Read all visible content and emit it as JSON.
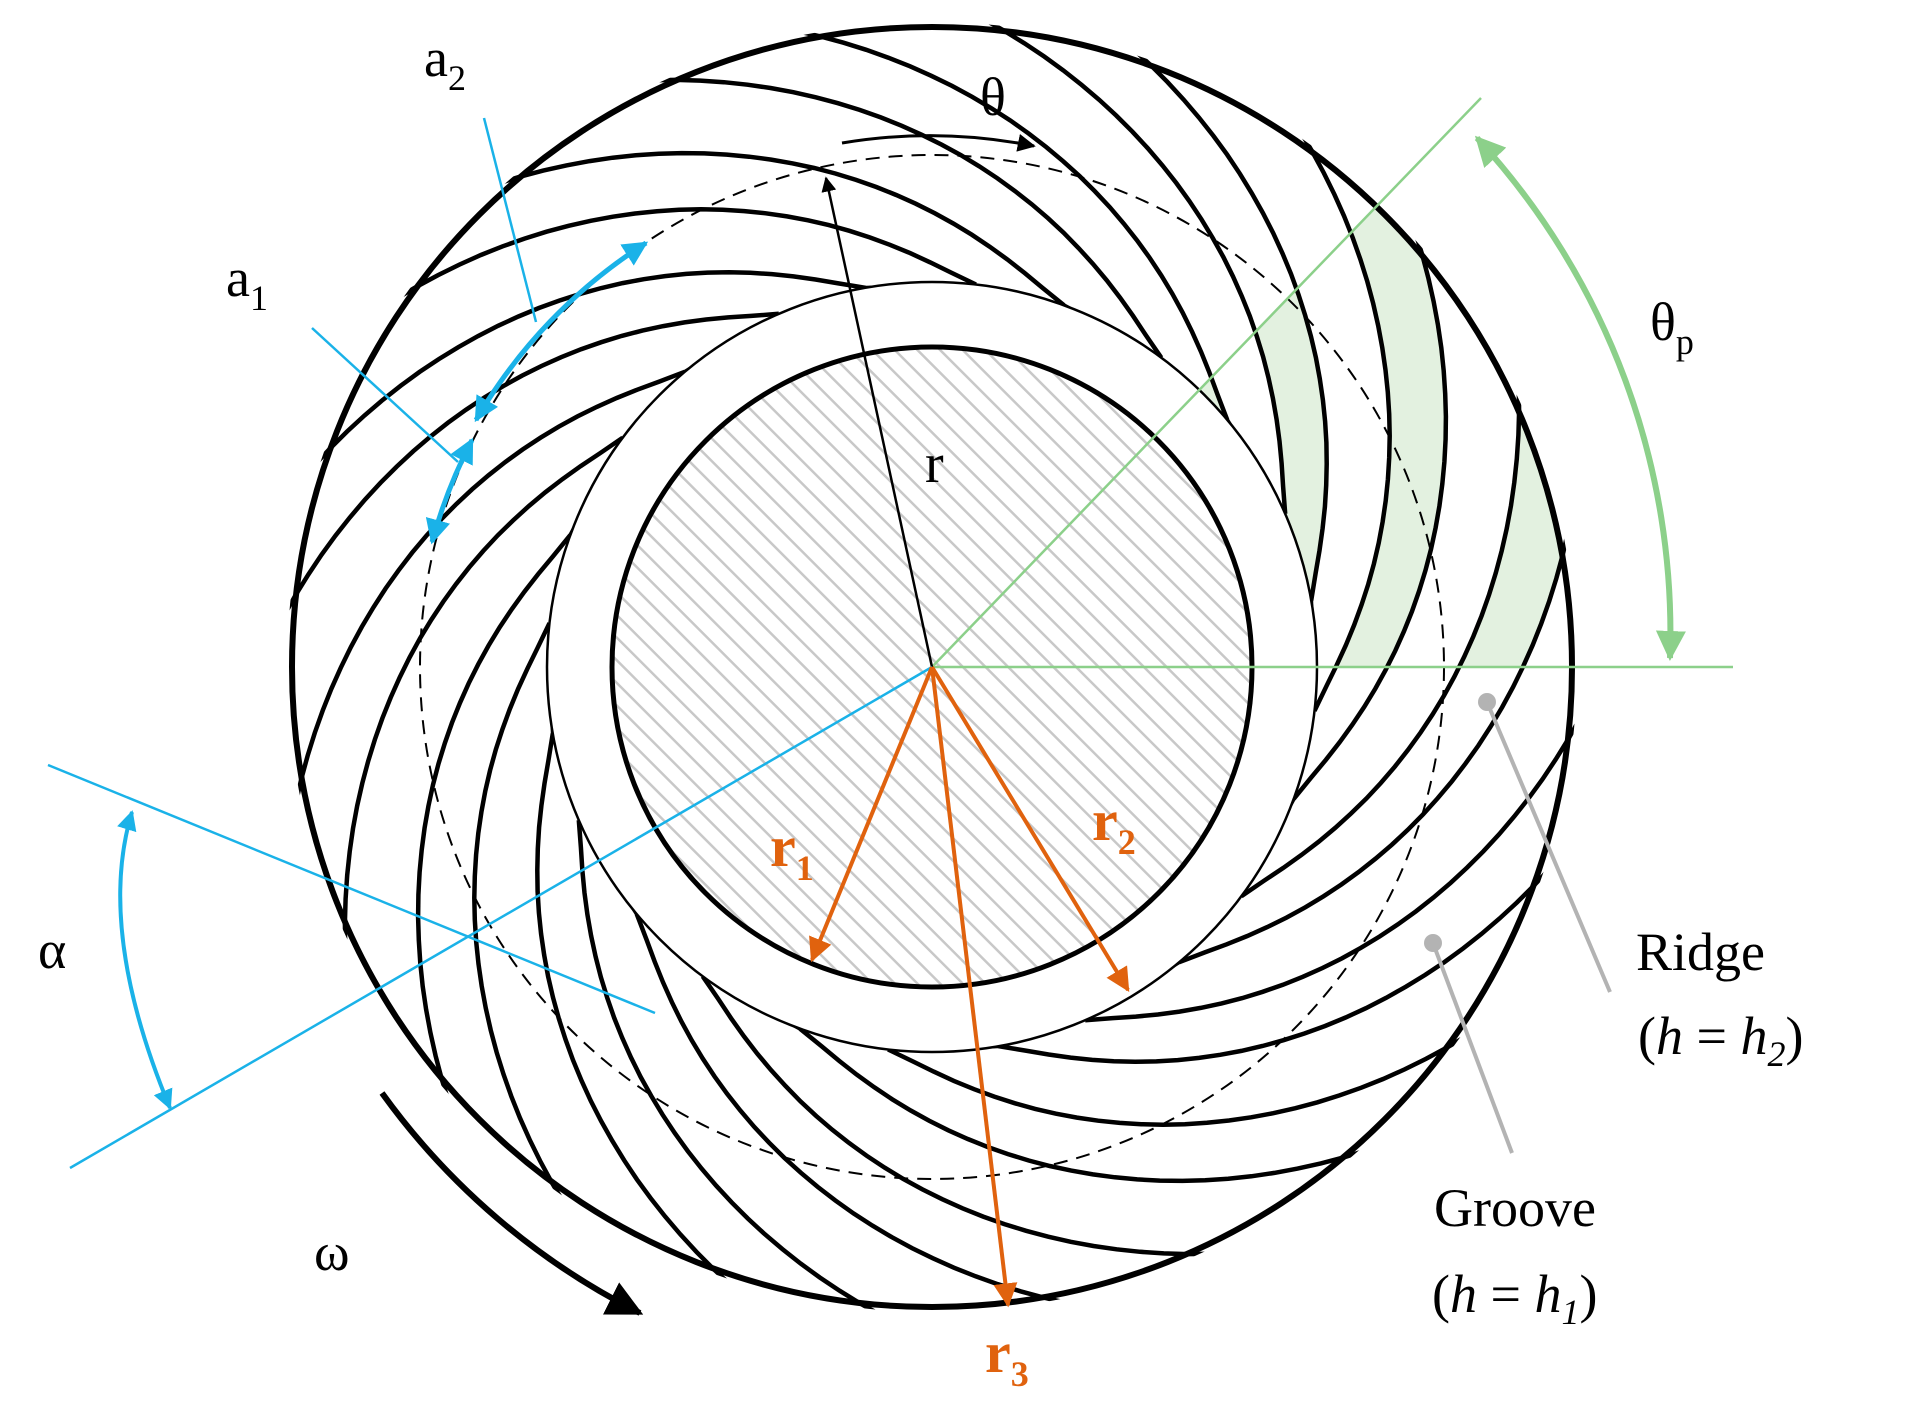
{
  "labels": {
    "a2": "a",
    "a2_sub": "2",
    "a1": "a",
    "a1_sub": "1",
    "theta": "θ",
    "theta_p": "θ",
    "theta_p_sub": "p",
    "r": "r",
    "alpha": "α",
    "omega": "ω",
    "r1": "r",
    "r1_sub": "1",
    "r2": "r",
    "r2_sub": "2",
    "r3": "r",
    "r3_sub": "3",
    "ridge": "Ridge",
    "ridge_eq_open": "(",
    "ridge_eq_h": "h",
    "ridge_eq_mid": " = ",
    "ridge_eq_h2": "h",
    "ridge_eq_sub": "2",
    "ridge_eq_close": ")",
    "groove": "Groove",
    "groove_eq_open": "(",
    "groove_eq_h": "h",
    "groove_eq_mid": " = ",
    "groove_eq_h1": "h",
    "groove_eq_sub": "1",
    "groove_eq_close": ")"
  },
  "colors": {
    "outline": "#000000",
    "cyan": "#1ab2e8",
    "orange": "#e0620e",
    "green": "#8cd08a",
    "sector_fill": "#e3f1e0",
    "gray_marker": "#b3b3b3",
    "hatch": "#c8c8c8"
  },
  "geometry_meta": {
    "groove_count": 12
  }
}
